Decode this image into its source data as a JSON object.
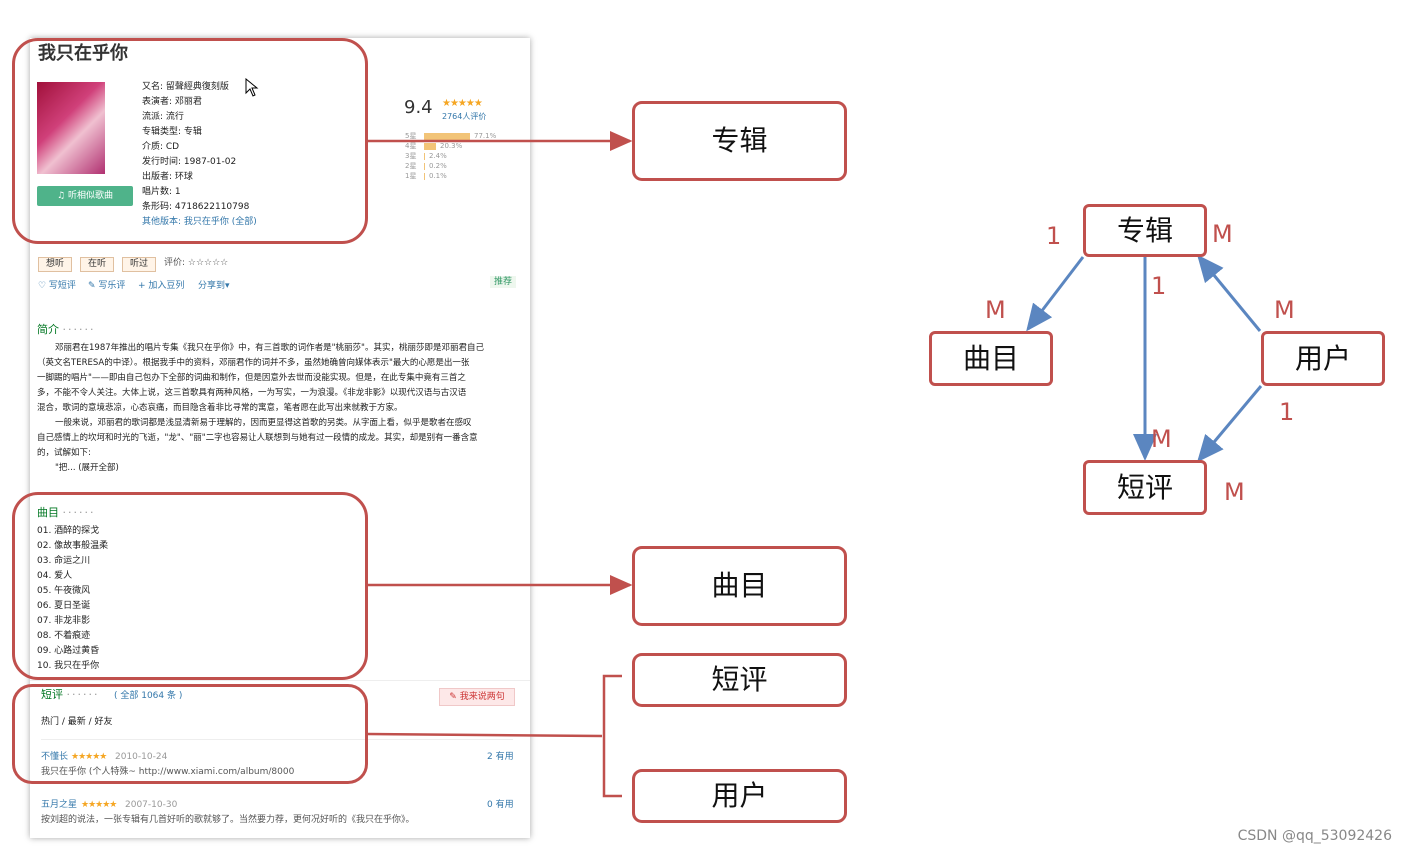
{
  "album_page": {
    "title": "我只在乎你",
    "info": [
      "又名: 留聲經典復刻版",
      "表演者: 邓丽君",
      "流派: 流行",
      "专辑类型: 专辑",
      "介质: CD",
      "发行时间: 1987-01-02",
      "出版者: 环球",
      "唱片数: 1",
      "条形码: 4718622110798",
      "其他版本: 我只在乎你 (全部)"
    ],
    "listen_button": "♫ 听相似歌曲",
    "rating_score": "9.4",
    "rating_count": "2764人评价",
    "rating_rows": [
      {
        "label": "5星",
        "pct": "77.1%",
        "value": 77.1
      },
      {
        "label": "4星",
        "pct": "20.3%",
        "value": 20.3
      },
      {
        "label": "3星",
        "pct": "2.4%",
        "value": 2.4
      },
      {
        "label": "2星",
        "pct": "0.2%",
        "value": 0.2
      },
      {
        "label": "1星",
        "pct": "0.1%",
        "value": 0.1
      }
    ],
    "action_buttons": [
      "想听",
      "在听",
      "听过"
    ],
    "rate_label": "评价: ☆☆☆☆☆",
    "links": [
      "♡ 写短评",
      "✎ 写乐评",
      "+ 加入豆列",
      "分享到▾"
    ],
    "recommend": "推荐",
    "intro_heading": "简介",
    "intro_lines": [
      "邓丽君在1987年推出的唱片专集《我只在乎你》中，有三首歌的词作者是\"桃丽莎\"。其实，桃丽莎即是邓丽君自己",
      "（英文名TERESA的中译）。根据我手中的资料，邓丽君作的词并不多，虽然她确曾向媒体表示\"最大的心愿是出一张",
      "一脚踢的唱片\"——即由自己包办下全部的词曲和制作，但是因意外去世而没能实现。但是，在此专集中竟有三首之",
      "多，不能不令人关注。大体上说，这三首歌具有两种风格，一为写实，一为浪漫。《非龙非影》以现代汉语与古汉语",
      "混合，歌词的意境悲凉，心态哀痛，而目隐含着非比寻常的寓意，笔者愿在此写出来就教于方家。",
      "一般来说，邓丽君的歌词都是浅显清新易于理解的，因而更显得这首歌的另类。从字面上看，似乎是歌者在感叹",
      "自己感情上的坎坷和时光的飞逝，\"龙\"、\"丽\"二字也容易让人联想到与她有过一段情的成龙。其实，却是别有一番含意",
      "的，试解如下:",
      "\"把... (展开全部)"
    ],
    "tracks_heading": "曲目",
    "tracks": [
      "01. 酒醉的探戈",
      "02. 像故事般温柔",
      "03. 命运之川",
      "04. 爱人",
      "05. 午夜微风",
      "06. 夏日圣诞",
      "07. 非龙非影",
      "08. 不着痕迹",
      "09. 心路过黄昏",
      "10. 我只在乎你"
    ],
    "reviews_heading": "短评",
    "reviews_count": "( 全部 1064 条 )",
    "write_review": "✎ 我来说两句",
    "review_tabs": "热门 / 最新 / 好友",
    "reviews": [
      {
        "user": "不懂长",
        "stars": "★★★★★",
        "date": "2010-10-24",
        "useful": "2 有用",
        "text": "我只在乎你  (个人特殊~ http://www.xiami.com/album/8000"
      },
      {
        "user": "五月之星",
        "stars": "★★★★★",
        "date": "2007-10-30",
        "useful": "0 有用",
        "text": "按刘超的说法，一张专辑有几首好听的歌就够了。当然要力荐，更何况好听的《我只在乎你》。"
      }
    ]
  },
  "labels": {
    "album": "专辑",
    "tracks": "曲目",
    "reviews": "短评",
    "users": "用户"
  },
  "er_diagram": {
    "nodes": {
      "album": "专辑",
      "track": "曲目",
      "user": "用户",
      "review": "短评"
    },
    "cardinalities": {
      "album_track_album_side": "1",
      "album_track_track_side": "M",
      "album_review_album_side": "1",
      "album_review_review_side": "M",
      "album_user_album_side": "M",
      "album_user_user_side": "M",
      "user_review_user_side": "1",
      "user_review_review_side": "M"
    }
  },
  "watermark": "CSDN @qq_53092426",
  "colors": {
    "highlight": "#c0504d",
    "arrow_blue": "#5b86c0",
    "section_green": "#007722",
    "link_blue": "#3377aa"
  }
}
